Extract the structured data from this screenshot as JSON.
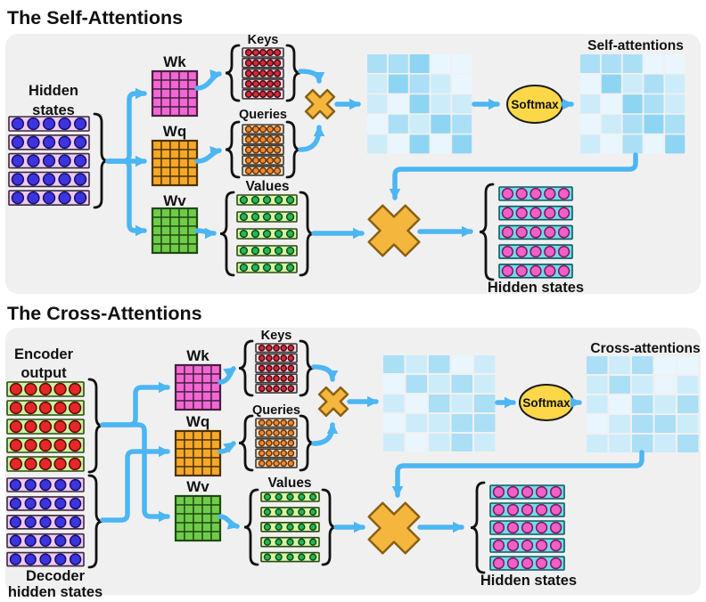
{
  "titles": {
    "self_section": "The Self-Attentions",
    "cross_section": "The Cross-Attentions"
  },
  "labels": {
    "wk": "Wk",
    "wq": "Wq",
    "wv": "Wv",
    "keys": "Keys",
    "queries": "Queries",
    "values": "Values",
    "softmax": "Softmax",
    "self_result": "Self-attentions",
    "cross_result": "Cross-attentions",
    "hidden_states_line1": "Hidden",
    "hidden_states_line2": "states",
    "encoder_line1": "Encoder",
    "encoder_line2": "output",
    "decoder_line1": "Decoder",
    "decoder_line2": "hidden states",
    "output_hidden_states": "Hidden states"
  },
  "structure": {
    "matrix_rows": 5,
    "matrix_cols": 5,
    "rows_per_stack": 5,
    "tokens_per_row": 5
  },
  "colors": {
    "page_bg": "#ffffff",
    "panel_bg": "#f0f0f1",
    "text": "#111111",
    "arrow": "#4cb6f3",
    "brace": "#111111",
    "cross_fill": "#f5b63e",
    "cross_stroke": "#8a6012",
    "softmax_fill": "#fcd848",
    "softmax_stroke": "#1c1c1c",
    "heat_shades": [
      "#e9f6fd",
      "#cdecfa",
      "#abdff6",
      "#8ed5f3"
    ],
    "grids": {
      "wk": {
        "fill": "#f168d4",
        "stroke": "#47203f"
      },
      "wq": {
        "fill": "#f6a829",
        "stroke": "#4d3305"
      },
      "wv": {
        "fill": "#70cb4a",
        "stroke": "#1f4a10"
      }
    },
    "stacks": {
      "hidden": {
        "row_fill": "#efc9ee",
        "row_stroke": "#3c2a3c",
        "dot_fill": "#3c35de",
        "dot_stroke": "#14106e"
      },
      "keys": {
        "row_fill": "#f4d9e3",
        "row_stroke": "#3a3a3a",
        "dot_fill": "#d7293a",
        "dot_stroke": "#4d0a12"
      },
      "queries": {
        "row_fill": "#f8dcba",
        "row_stroke": "#3a3a3a",
        "dot_fill": "#ee8a30",
        "dot_stroke": "#69350a"
      },
      "values": {
        "row_fill": "#d9f7a2",
        "row_stroke": "#2a4a10",
        "dot_fill": "#27b757",
        "dot_stroke": "#0b4d22"
      },
      "encoder": {
        "row_fill": "#ccf49d",
        "row_stroke": "#2a4a10",
        "dot_fill": "#e52727",
        "dot_stroke": "#5c0909"
      },
      "output": {
        "row_fill": "#71dce6",
        "row_stroke": "#0d5a60",
        "dot_fill": "#f160c6",
        "dot_stroke": "#7c1863"
      }
    }
  },
  "heatmaps": {
    "self_scores": [
      [
        2,
        2,
        3,
        0,
        0
      ],
      [
        1,
        3,
        2,
        1,
        0
      ],
      [
        1,
        0,
        3,
        1,
        1
      ],
      [
        0,
        2,
        1,
        3,
        2
      ],
      [
        1,
        0,
        3,
        0,
        3
      ]
    ],
    "self_attention": [
      [
        2,
        2,
        2,
        0,
        0
      ],
      [
        0,
        3,
        1,
        2,
        1
      ],
      [
        1,
        0,
        3,
        2,
        1
      ],
      [
        0,
        1,
        2,
        3,
        2
      ],
      [
        1,
        0,
        2,
        0,
        3
      ]
    ],
    "cross_scores": [
      [
        2,
        1,
        2,
        0,
        1
      ],
      [
        0,
        2,
        1,
        2,
        1
      ],
      [
        1,
        0,
        2,
        1,
        2
      ],
      [
        0,
        1,
        1,
        2,
        2
      ],
      [
        1,
        0,
        1,
        2,
        1
      ]
    ],
    "cross_attention": [
      [
        2,
        1,
        2,
        0,
        0
      ],
      [
        1,
        2,
        1,
        0,
        1
      ],
      [
        1,
        0,
        2,
        1,
        2
      ],
      [
        0,
        1,
        2,
        2,
        1
      ],
      [
        1,
        1,
        2,
        1,
        2
      ]
    ]
  }
}
